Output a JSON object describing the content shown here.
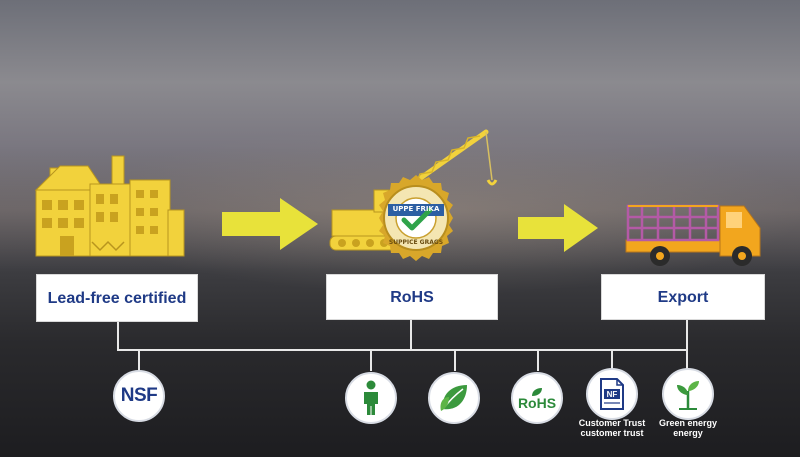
{
  "stages": [
    {
      "label": "Lead-free certified"
    },
    {
      "label": "RoHS"
    },
    {
      "label": "Export"
    }
  ],
  "seal": {
    "top_text": "UPPE FRIKA",
    "bottom_text": "SUPPICE GRAGS"
  },
  "badges": [
    {
      "icon": "nsf-logo-icon",
      "text": "NSF",
      "caption": ""
    },
    {
      "icon": "person-icon",
      "caption": ""
    },
    {
      "icon": "leaf-icon",
      "caption": ""
    },
    {
      "icon": "rohs-logo-icon",
      "text": "RoHS",
      "caption": ""
    },
    {
      "icon": "nf-document-icon",
      "text": "NF",
      "caption": "Customer Trust customer trust"
    },
    {
      "icon": "sprout-icon",
      "caption": "Green energy energy"
    }
  ],
  "colors": {
    "accent_yellow": "#f2d637",
    "arrow_yellow": "#e8e23a",
    "label_blue": "#1f3a86",
    "badge_green": "#2c8a3a"
  }
}
